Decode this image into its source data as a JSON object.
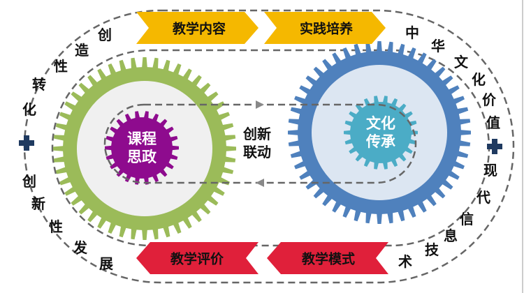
{
  "arrows_top": [
    "教学内容",
    "实践培养"
  ],
  "arrows_bottom": [
    "教学评价",
    "教学模式"
  ],
  "left_ring_text": [
    "创",
    "造",
    "性",
    "转",
    "化",
    "创",
    "新",
    "性",
    "发",
    "展"
  ],
  "right_ring_text": [
    "中",
    "华",
    "文",
    "化",
    "价",
    "值",
    "现",
    "代",
    "信",
    "息",
    "技",
    "术"
  ],
  "left_core": [
    "课程",
    "思政"
  ],
  "right_core": [
    "文化",
    "传承"
  ],
  "center_text": [
    "创新",
    "联动"
  ],
  "colors": {
    "yellow": "#f5b800",
    "red": "#e0203a",
    "green": "#9bbb59",
    "blue": "#4f81bd",
    "purple": "#8e0b8e",
    "teal": "#4bacc6",
    "plus": "#1f3a60"
  }
}
